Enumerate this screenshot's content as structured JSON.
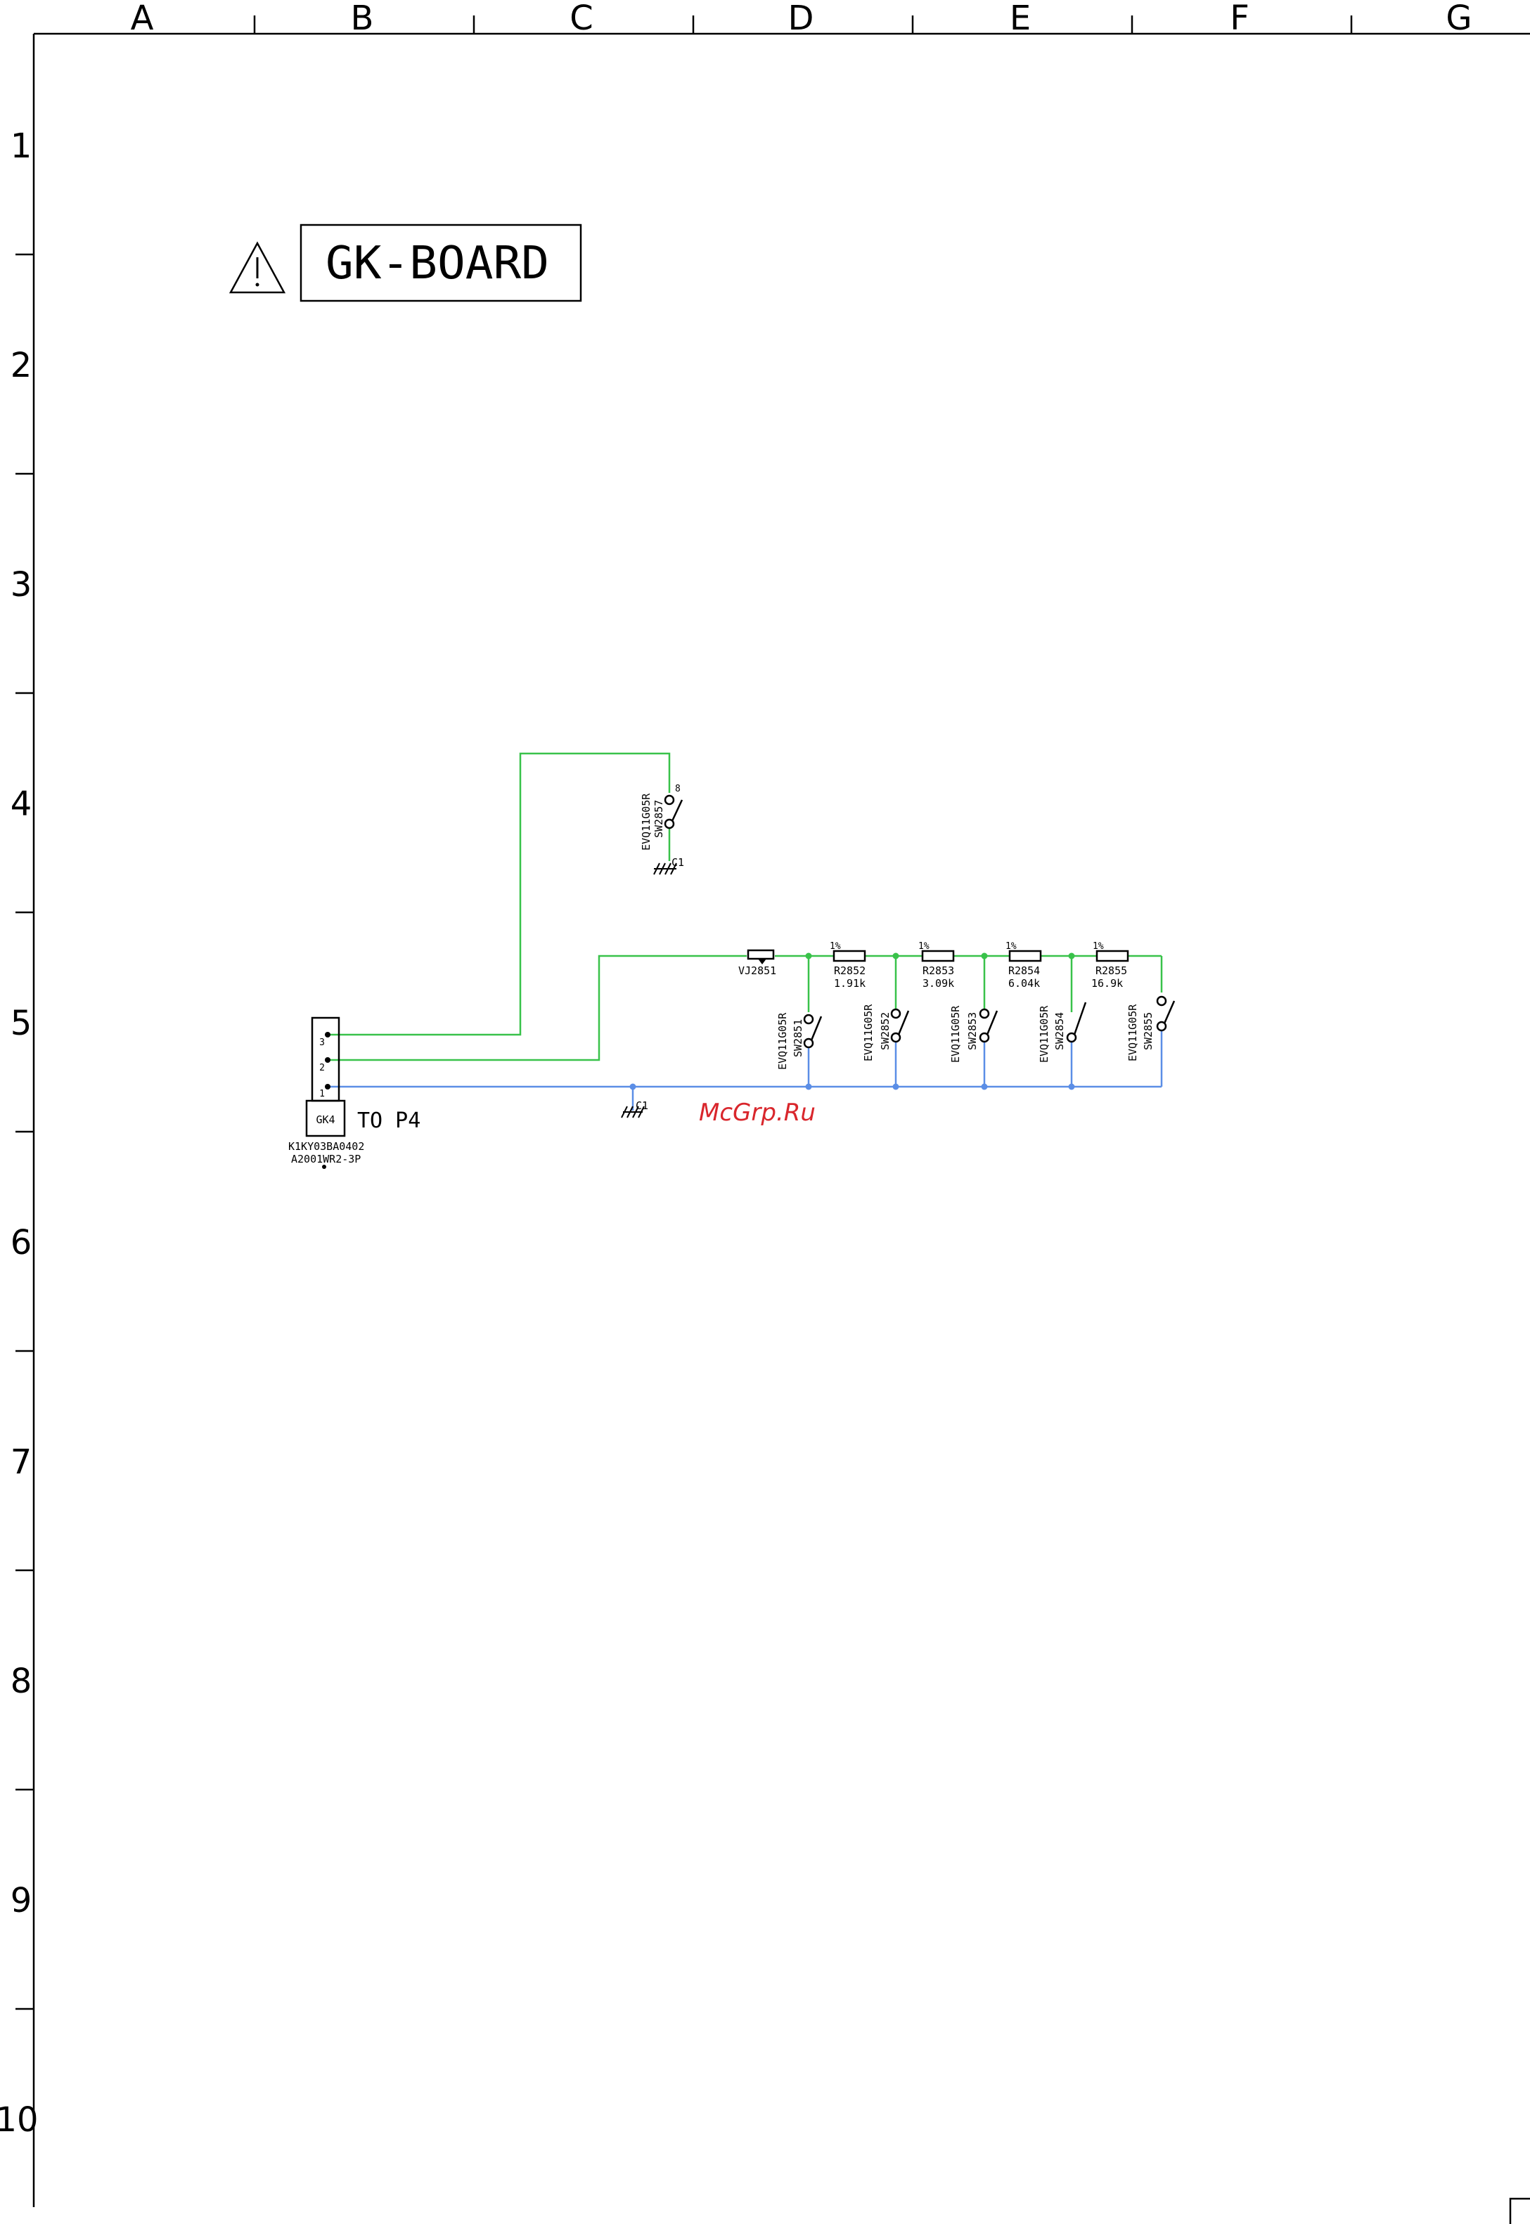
{
  "frame": {
    "columns": [
      "A",
      "B",
      "C",
      "D",
      "E",
      "F",
      "G"
    ],
    "rows": [
      "1",
      "2",
      "3",
      "4",
      "5",
      "6",
      "7",
      "8",
      "9",
      "10"
    ]
  },
  "title": {
    "board": "GK-BOARD",
    "warning_icon": "warning-triangle-icon"
  },
  "connector": {
    "ref": "GK4",
    "note": "TO P4",
    "part1": "K1KY03BA0402",
    "part2": "A2001WR2-3P",
    "pins": [
      "3",
      "2",
      "1"
    ]
  },
  "switches": [
    {
      "ref": "SW2857",
      "part": "EVQ11G05R",
      "pin": "8"
    },
    {
      "ref": "SW2851",
      "part": "EVQ11G05R"
    },
    {
      "ref": "SW2852",
      "part": "EVQ11G05R"
    },
    {
      "ref": "SW2853",
      "part": "EVQ11G05R"
    },
    {
      "ref": "SW2854",
      "part": "EVQ11G05R"
    },
    {
      "ref": "SW2855",
      "part": "EVQ11G05R"
    }
  ],
  "jumper": {
    "ref": "VJ2851"
  },
  "resistors": [
    {
      "ref": "R2852",
      "value": "1.91k",
      "tol": "1%"
    },
    {
      "ref": "R2853",
      "value": "3.09k",
      "tol": "1%"
    },
    {
      "ref": "R2854",
      "value": "6.04k",
      "tol": "1%"
    },
    {
      "ref": "R2855",
      "value": "16.9k",
      "tol": "1%"
    }
  ],
  "grounds": [
    {
      "label": "C1"
    },
    {
      "label": "C1"
    }
  ],
  "watermark": "McGrp.Ru",
  "colors": {
    "wire_green": "#39c24a",
    "wire_blue": "#5b8ee6",
    "watermark": "#d9262c"
  }
}
